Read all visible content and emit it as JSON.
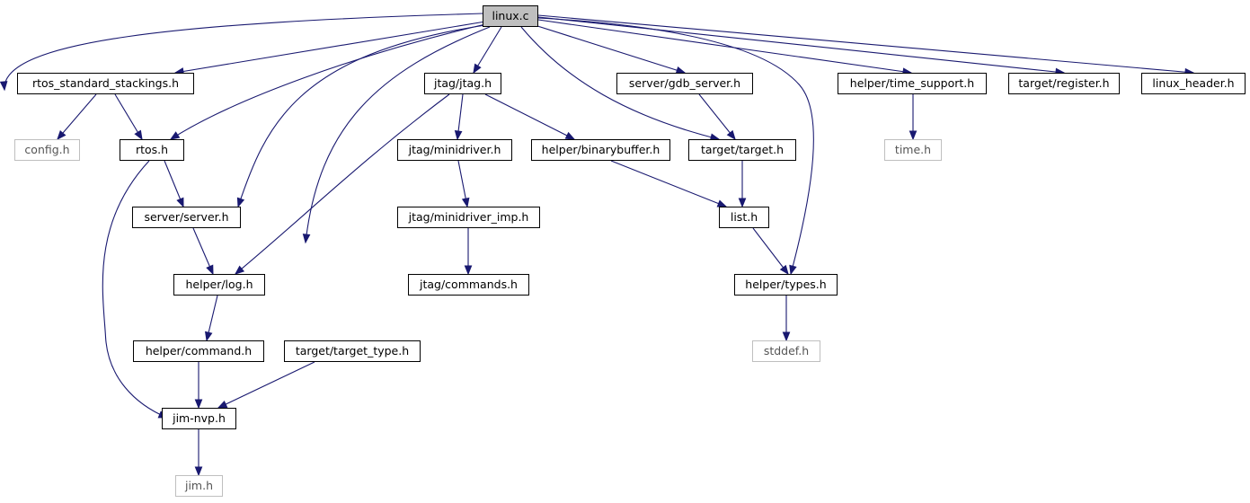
{
  "graph": {
    "edge_color": "#191970",
    "nodes": [
      {
        "id": "linux_c",
        "label": "linux.c",
        "kind": "root"
      },
      {
        "id": "rtos_standard_stackings_h",
        "label": "rtos_standard_stackings.h",
        "kind": "file"
      },
      {
        "id": "jtag_jtag_h",
        "label": "jtag/jtag.h",
        "kind": "file"
      },
      {
        "id": "server_gdb_server_h",
        "label": "server/gdb_server.h",
        "kind": "file"
      },
      {
        "id": "helper_time_support_h",
        "label": "helper/time_support.h",
        "kind": "file"
      },
      {
        "id": "target_register_h",
        "label": "target/register.h",
        "kind": "file"
      },
      {
        "id": "linux_header_h",
        "label": "linux_header.h",
        "kind": "file"
      },
      {
        "id": "config_h",
        "label": "config.h",
        "kind": "external"
      },
      {
        "id": "rtos_h",
        "label": "rtos.h",
        "kind": "file"
      },
      {
        "id": "jtag_minidriver_h",
        "label": "jtag/minidriver.h",
        "kind": "file"
      },
      {
        "id": "helper_binarybuffer_h",
        "label": "helper/binarybuffer.h",
        "kind": "file"
      },
      {
        "id": "target_target_h",
        "label": "target/target.h",
        "kind": "file"
      },
      {
        "id": "time_h",
        "label": "time.h",
        "kind": "external"
      },
      {
        "id": "server_server_h",
        "label": "server/server.h",
        "kind": "file"
      },
      {
        "id": "jtag_minidriver_imp_h",
        "label": "jtag/minidriver_imp.h",
        "kind": "file"
      },
      {
        "id": "list_h",
        "label": "list.h",
        "kind": "file"
      },
      {
        "id": "helper_log_h",
        "label": "helper/log.h",
        "kind": "file"
      },
      {
        "id": "jtag_commands_h",
        "label": "jtag/commands.h",
        "kind": "file"
      },
      {
        "id": "helper_types_h",
        "label": "helper/types.h",
        "kind": "file"
      },
      {
        "id": "helper_command_h",
        "label": "helper/command.h",
        "kind": "file"
      },
      {
        "id": "target_target_type_h",
        "label": "target/target_type.h",
        "kind": "file"
      },
      {
        "id": "stddef_h",
        "label": "stddef.h",
        "kind": "external"
      },
      {
        "id": "jim_nvp_h",
        "label": "jim-nvp.h",
        "kind": "file"
      },
      {
        "id": "jim_h",
        "label": "jim.h",
        "kind": "external"
      }
    ],
    "edges": [
      [
        "linux_c",
        "rtos_standard_stackings_h"
      ],
      [
        "linux_c",
        "config_h"
      ],
      [
        "linux_c",
        "rtos_h"
      ],
      [
        "linux_c",
        "helper_log_h"
      ],
      [
        "linux_c",
        "target_target_type_h"
      ],
      [
        "linux_c",
        "jtag_jtag_h"
      ],
      [
        "linux_c",
        "server_gdb_server_h"
      ],
      [
        "linux_c",
        "target_target_h"
      ],
      [
        "linux_c",
        "helper_types_h"
      ],
      [
        "linux_c",
        "helper_time_support_h"
      ],
      [
        "linux_c",
        "target_register_h"
      ],
      [
        "linux_c",
        "linux_header_h"
      ],
      [
        "rtos_standard_stackings_h",
        "config_h"
      ],
      [
        "rtos_standard_stackings_h",
        "rtos_h"
      ],
      [
        "rtos_h",
        "server_server_h"
      ],
      [
        "rtos_h",
        "jim_nvp_h"
      ],
      [
        "server_server_h",
        "helper_log_h"
      ],
      [
        "helper_log_h",
        "helper_command_h"
      ],
      [
        "helper_command_h",
        "jim_nvp_h"
      ],
      [
        "target_target_type_h",
        "jim_nvp_h"
      ],
      [
        "jim_nvp_h",
        "jim_h"
      ],
      [
        "jtag_jtag_h",
        "helper_log_h"
      ],
      [
        "jtag_jtag_h",
        "jtag_minidriver_h"
      ],
      [
        "jtag_jtag_h",
        "helper_binarybuffer_h"
      ],
      [
        "jtag_minidriver_h",
        "jtag_minidriver_imp_h"
      ],
      [
        "jtag_minidriver_imp_h",
        "jtag_commands_h"
      ],
      [
        "helper_binarybuffer_h",
        "list_h"
      ],
      [
        "server_gdb_server_h",
        "target_target_h"
      ],
      [
        "target_target_h",
        "list_h"
      ],
      [
        "list_h",
        "helper_types_h"
      ],
      [
        "helper_types_h",
        "stddef_h"
      ],
      [
        "helper_time_support_h",
        "time_h"
      ]
    ]
  }
}
